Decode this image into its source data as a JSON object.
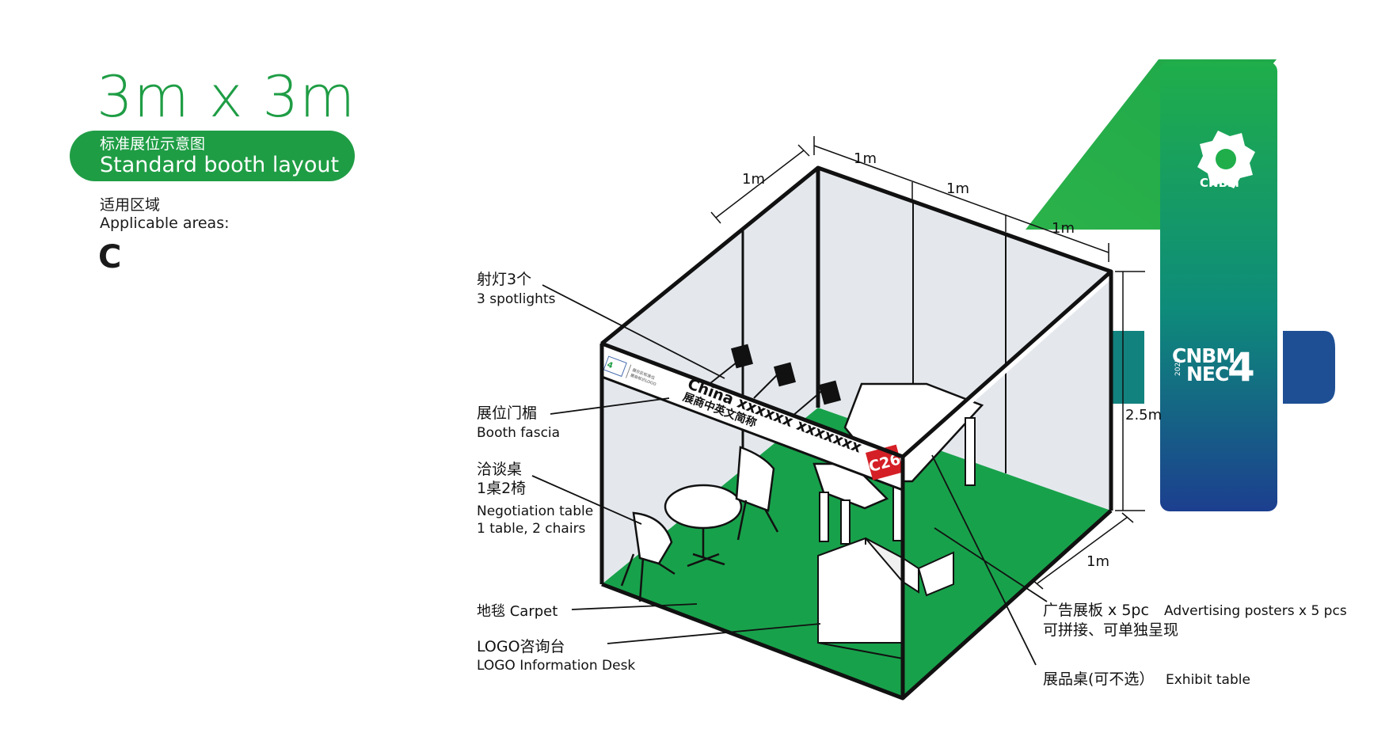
{
  "title": {
    "size": "3m x 3m",
    "cn": "标准展位示意图",
    "en": "Standard booth layout"
  },
  "areas": {
    "cn": "适用区域",
    "en": "Applicable areas:",
    "value": "C"
  },
  "dimensions": {
    "d1": "1m",
    "d2": "1m",
    "d3": "1m",
    "d4": "1m",
    "height": "2.5m",
    "depth": "1m"
  },
  "labels": {
    "spotlights_cn": "射灯3个",
    "spotlights_en": "3 spotlights",
    "fascia_cn": "展位门楣",
    "fascia_en": "Booth fascia",
    "table_cn1": "洽谈桌",
    "table_cn2": "1桌2椅",
    "table_en1": "Negotiation table",
    "table_en2": "1 table, 2 chairs",
    "carpet": "地毯 Carpet",
    "desk_cn": "LOGO咨询台",
    "desk_en": "LOGO Information Desk",
    "posters_cn": "广告展板 x 5pc",
    "posters_en": "Advertising posters x 5 pcs",
    "posters_cn2": "可拼接、可单独呈现",
    "exhibit_cn": "展品桌(可不选）",
    "exhibit_en": "Exhibit table"
  },
  "fascia": {
    "line1": "China xxxxxx xxxxxxx",
    "line2": "展商中英文简称",
    "booth_no": "C26"
  },
  "brand": {
    "cnbm": "CNBM",
    "logo_top": "CNBM",
    "logo_bottom": "NEC",
    "logo_year": "2025",
    "logo_num": "4"
  },
  "colors": {
    "green": "#1f9d45",
    "carpet": "#18a14b",
    "red": "#d51f26",
    "navy": "#1c3f8f",
    "panel": "#e4e8ed"
  }
}
